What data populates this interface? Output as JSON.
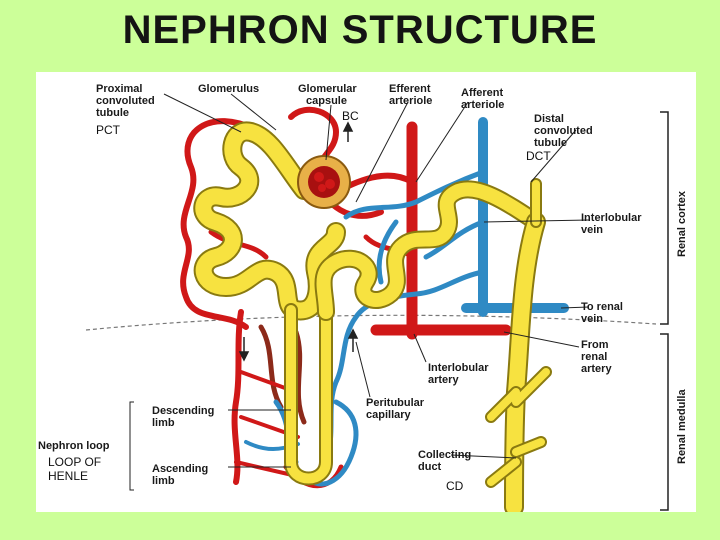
{
  "title": "NEPHRON STRUCTURE",
  "labels": {
    "pct_line1": "Proximal",
    "pct_line2": "convoluted",
    "pct_line3": "tubule",
    "pct_abbr": "PCT",
    "glomerulus": "Glomerulus",
    "capsule_line1": "Glomerular",
    "capsule_line2": "capsule",
    "bc_abbr": "BC",
    "efferent_line1": "Efferent",
    "efferent_line2": "arteriole",
    "afferent_line1": "Afferent",
    "afferent_line2": "arteriole",
    "dct_line1": "Distal",
    "dct_line2": "convoluted",
    "dct_line3": "tubule",
    "dct_abbr": "DCT",
    "interlobular_vein_line1": "Interlobular",
    "interlobular_vein_line2": "vein",
    "to_renal_vein_line1": "To renal",
    "to_renal_vein_line2": "vein",
    "from_renal_artery_line1": "From",
    "from_renal_artery_line2": "renal",
    "from_renal_artery_line3": "artery",
    "interlobular_artery_line1": "Interlobular",
    "interlobular_artery_line2": "artery",
    "peritubular_line1": "Peritubular",
    "peritubular_line2": "capillary",
    "descending_line1": "Descending",
    "descending_line2": "limb",
    "ascending_line1": "Ascending",
    "ascending_line2": "limb",
    "nephron_loop": "Nephron loop",
    "loop_of_henle_line1": "LOOP OF",
    "loop_of_henle_line2": "HENLE",
    "collecting_line1": "Collecting",
    "collecting_line2": "duct",
    "cd_abbr": "CD",
    "renal_cortex": "Renal cortex",
    "renal_medulla": "Renal medulla"
  },
  "colors": {
    "background": "#ccff99",
    "tubule": "#f7e240",
    "tubule_outline": "#8a7a10",
    "artery": "#d01818",
    "vein": "#2f8ac4",
    "capillary_dark": "#8c2a1a"
  }
}
